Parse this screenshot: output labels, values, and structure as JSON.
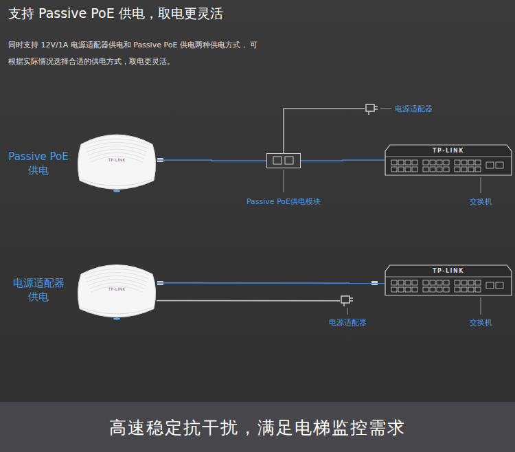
{
  "diagram": {
    "title": "支持 Passive PoE 供电，取电更灵活",
    "caption": "高速稳定抗干扰，满足电梯监控需求",
    "nodes": [
      {
        "text": [
          "TP-LINK"
        ]
      },
      {
        "text": [
          "Passive PoE供电模块"
        ]
      },
      {
        "text": [
          "电源适配器"
        ]
      },
      {
        "text": [
          "TP-LINK",
          "交换机"
        ]
      },
      {
        "text": [
          "TP-LINK"
        ]
      },
      {
        "text": [
          "TP-LINK",
          "交换机"
        ]
      },
      {
        "text": [
          "电源适配器"
        ]
      }
    ],
    "edges": [
      {
        "from": 0,
        "to": 1,
        "arrow": "none"
      },
      {
        "from": 1,
        "to": 3,
        "arrow": "none"
      },
      {
        "from": 1,
        "to": 2,
        "arrow": "none"
      },
      {
        "from": 4,
        "to": 5,
        "arrow": "none"
      },
      {
        "from": 4,
        "to": 6,
        "arrow": "none"
      }
    ],
    "labels": [
      "同时支持 12V/1A 电源适配器供电和 Passive PoE 供电两种供电方式， 可根据实际情况选择合适的供电方式，取电更灵活。",
      "Passive PoE 供电",
      "电源适配器 供电"
    ]
  }
}
